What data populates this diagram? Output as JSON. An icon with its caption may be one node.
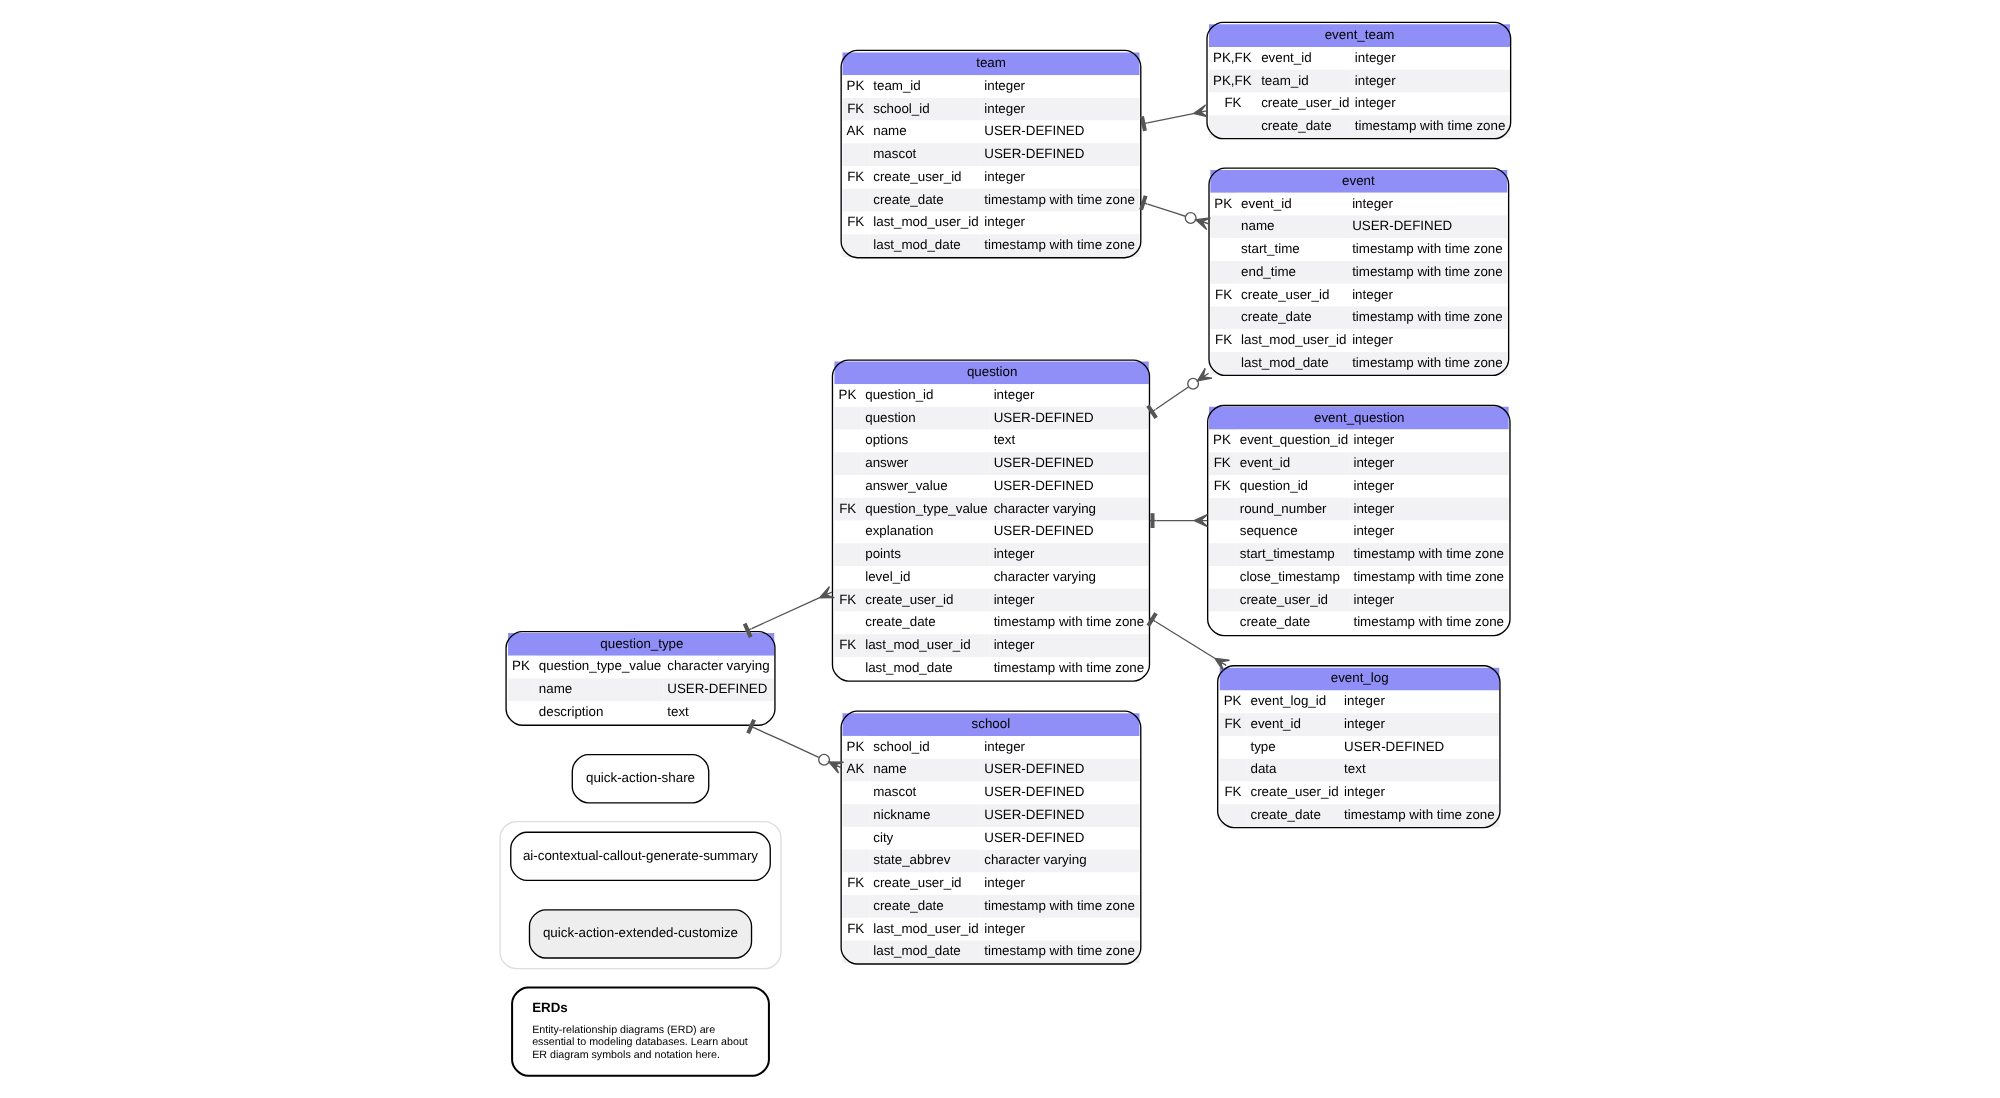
{
  "diagram": {
    "nodes": [
      {
        "text": [
          "ERDs",
          "Entity-relationship diagrams (ERD) are essential to modeling databases. Learn about ER diagram symbols and notation here."
        ]
      },
      {
        "text": [],
        "shape": "box"
      },
      {
        "text": [
          "ai-contextual-callout-generate-summary"
        ],
        "in": 1
      },
      {
        "text": [
          "quick-action-extended-customize"
        ],
        "in": 1
      },
      {
        "text": [
          "quick-action-share"
        ]
      },
      {
        "text": [
          "event_question",
          "PK",
          "event_question_id",
          "integer",
          "FK",
          "event_id",
          "integer",
          "FK",
          "question_id",
          "integer",
          "round_number",
          "integer",
          "sequence",
          "integer",
          "start_timestamp",
          "timestamp with time zone",
          "close_timestamp",
          "timestamp with time zone",
          "create_user_id",
          "integer",
          "create_date",
          "timestamp with time zone"
        ]
      },
      {
        "text": [
          "question",
          "PK",
          "question_id",
          "integer",
          "question",
          "USER-DEFINED",
          "options",
          "text",
          "answer",
          "USER-DEFINED",
          "answer_value",
          "USER-DEFINED",
          "FK",
          "question_type_value",
          "character varying",
          "explanation",
          "USER-DEFINED",
          "points",
          "integer",
          "level_id",
          "character varying",
          "FK",
          "create_user_id",
          "integer",
          "create_date",
          "timestamp with time zone",
          "FK",
          "last_mod_user_id",
          "integer",
          "last_mod_date",
          "timestamp with time zone"
        ]
      },
      {
        "text": [
          "event_log",
          "PK",
          "event_log_id",
          "integer",
          "FK",
          "event_id",
          "integer",
          "type",
          "USER-DEFINED",
          "data",
          "text",
          "FK",
          "create_user_id",
          "integer",
          "create_date",
          "timestamp with time zone"
        ]
      },
      {
        "text": [
          "question_type",
          "PK",
          "question_type_value",
          "character varying",
          "name",
          "USER-DEFINED",
          "description",
          "text"
        ]
      },
      {
        "text": [
          "event",
          "PK",
          "event_id",
          "integer",
          "name",
          "USER-DEFINED",
          "start_time",
          "timestamp with time zone",
          "end_time",
          "timestamp with time zone",
          "FK",
          "create_user_id",
          "integer",
          "create_date",
          "timestamp with time zone",
          "FK",
          "last_mod_user_id",
          "integer",
          "last_mod_date",
          "timestamp with time zone"
        ]
      },
      {
        "text": [
          "team",
          "PK",
          "team_id",
          "integer",
          "FK",
          "school_id",
          "integer",
          "AK",
          "name",
          "USER-DEFINED",
          "mascot",
          "USER-DEFINED",
          "FK",
          "create_user_id",
          "integer",
          "create_date",
          "timestamp with time zone",
          "FK",
          "last_mod_user_id",
          "integer",
          "last_mod_date",
          "timestamp with time zone"
        ]
      },
      {
        "text": [
          "school",
          "PK",
          "school_id",
          "integer",
          "AK",
          "name",
          "USER-DEFINED",
          "mascot",
          "USER-DEFINED",
          "nickname",
          "USER-DEFINED",
          "city",
          "USER-DEFINED",
          "state_abbrev",
          "character varying",
          "FK",
          "create_user_id",
          "integer",
          "create_date",
          "timestamp with time zone",
          "FK",
          "last_mod_user_id",
          "integer",
          "last_mod_date",
          "timestamp with time zone"
        ]
      },
      {
        "text": [
          "event_team",
          "PK,FK",
          "event_id",
          "integer",
          "PK,FK",
          "team_id",
          "integer",
          "FK",
          "create_user_id",
          "integer",
          "create_date",
          "timestamp with time zone"
        ]
      }
    ],
    "edges": [
      {
        "from": 6,
        "to": 5,
        "arrow": "other"
      },
      {
        "from": 8,
        "to": 6,
        "arrow": "other"
      },
      {
        "from": 6,
        "to": 7,
        "arrow": "other"
      },
      {
        "from": 6,
        "to": 9,
        "arrow": "other"
      },
      {
        "from": 10,
        "to": 9,
        "arrow": "other"
      },
      {
        "from": 10,
        "to": 12,
        "arrow": "other"
      },
      {
        "from": 8,
        "to": 11,
        "arrow": "other"
      }
    ]
  }
}
